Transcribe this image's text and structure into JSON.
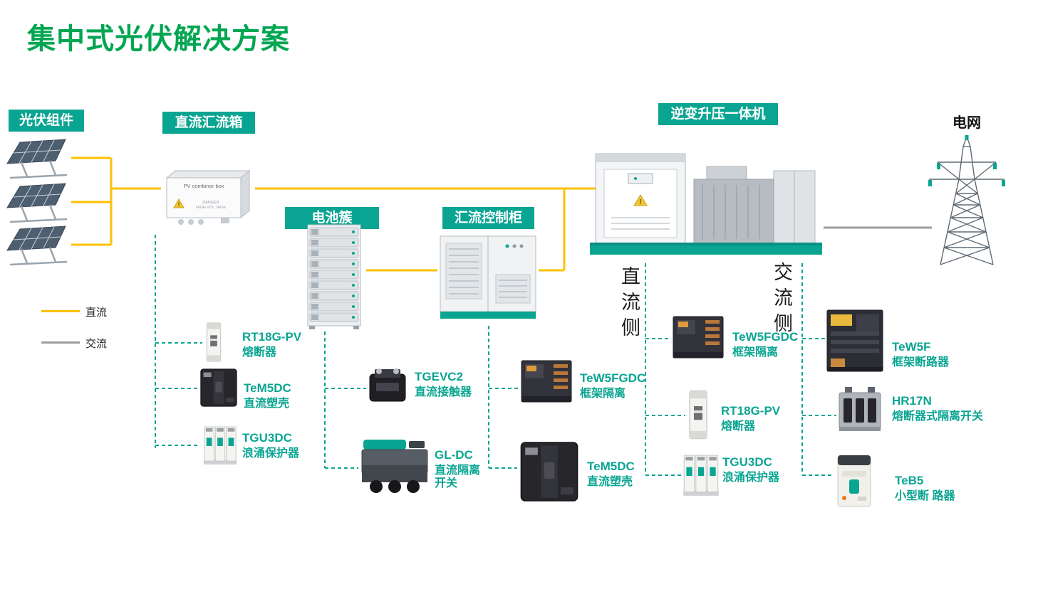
{
  "title": "集中式光伏解决方案",
  "sections": {
    "pv_modules": "光伏组件",
    "dc_combiner_box": "直流汇流箱",
    "battery_cluster": "电池簇",
    "combiner_control_cabinet": "汇流控制柜",
    "inverter_booster": "逆变升压一体机",
    "grid": "电网"
  },
  "combiner_box": {
    "label": "PV combiner box",
    "warning_line1": "DANGER",
    "warning_line2": "HIGH VOL TAGE"
  },
  "legend": {
    "dc": {
      "label": "直流",
      "color": "#FFC000"
    },
    "ac": {
      "label": "交流",
      "color": "#9B9B9B"
    }
  },
  "sides": {
    "dc": "直流侧",
    "ac": "交流侧"
  },
  "components": [
    {
      "name": "RT18G-PV",
      "desc": "熔断器"
    },
    {
      "name": "TeM5DC",
      "desc": "直流塑壳"
    },
    {
      "name": "TGU3DC",
      "desc": "浪涌保护器"
    },
    {
      "name": "TGEVC2",
      "desc": "直流接触器"
    },
    {
      "name": "GL-DC",
      "desc": "直流隔离开关"
    },
    {
      "name": "TeW5FGDC",
      "desc": "框架隔离"
    },
    {
      "name": "TeM5DC",
      "desc": "直流塑壳"
    },
    {
      "name": "TeW5FGDC",
      "desc": "框架隔离"
    },
    {
      "name": "RT18G-PV",
      "desc": "熔断器"
    },
    {
      "name": "TGU3DC",
      "desc": "浪涌保护器"
    },
    {
      "name": "TeW5F",
      "desc": "框架断路器"
    },
    {
      "name": "HR17N",
      "desc": "熔断器式隔离开关"
    },
    {
      "name": "TeB5",
      "desc": "小型断 路器"
    }
  ],
  "colors": {
    "title_green": "#00A651",
    "tag_teal": "#0AA592",
    "dc_line": "#FFC000",
    "ac_line": "#9B9B9B",
    "dashed_line": "#0AA592"
  }
}
